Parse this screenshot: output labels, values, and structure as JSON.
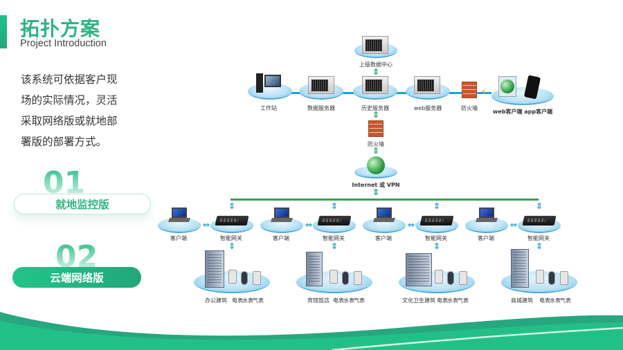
{
  "header": {
    "title": "拓扑方案",
    "subtitle": "Project Introduction"
  },
  "description": {
    "lines": [
      "该系统可依据客户现",
      "场的实际情况，灵活",
      "采取网络版或就地部",
      "署版的部署方式。"
    ]
  },
  "options": [
    {
      "number": "01",
      "label": "就地监控版",
      "active": false
    },
    {
      "number": "02",
      "label": "云端网络版",
      "active": true
    }
  ],
  "diagram": {
    "top_node": "上级数据中心",
    "core_row": [
      "工作站",
      "数据服务器",
      "历史服务器",
      "web服务器",
      "防火墙",
      "web客户端  app客户端"
    ],
    "middle": {
      "firewall": "防火墙",
      "internet": "Internet 或 VPN"
    },
    "sites": [
      {
        "client": "客户端",
        "gateway": "智能网关",
        "building": "办公建筑",
        "meters": [
          "电表",
          "水表",
          "气表"
        ]
      },
      {
        "client": "客户端",
        "gateway": "智能网关",
        "building": "宾馆饭店",
        "meters": [
          "电表",
          "水表",
          "气表"
        ]
      },
      {
        "client": "客户端",
        "gateway": "智能网关",
        "building": "文化卫生建筑",
        "meters": [
          "电表",
          "水表",
          "气表"
        ]
      },
      {
        "client": "客户端",
        "gateway": "智能网关",
        "building": "商城建筑",
        "meters": [
          "电表",
          "水表",
          "气表"
        ]
      }
    ]
  },
  "colors": {
    "accent": "#2fb383",
    "accent_dark": "#23a67c",
    "link_blue": "#19a1d8",
    "bus_green": "#3aa14c"
  }
}
